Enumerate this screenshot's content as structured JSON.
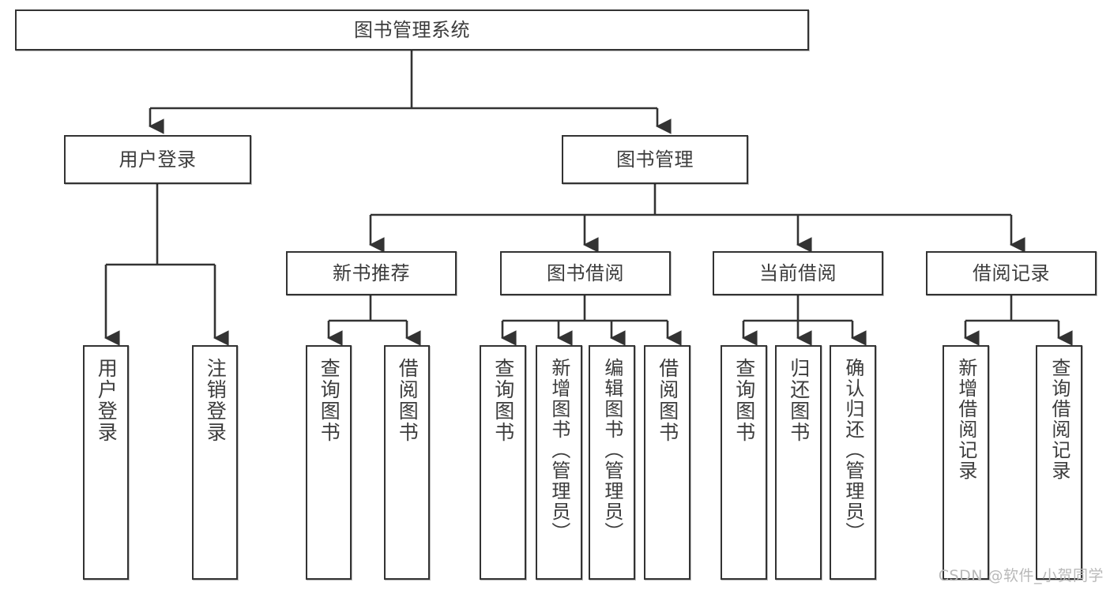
{
  "diagram": {
    "title": "图书管理系统",
    "type": "tree-hierarchy-chart",
    "stroke_color": "#333333",
    "text_color": "#3c3c3c",
    "background": "#ffffff",
    "root": {
      "label": "图书管理系统"
    },
    "level2": [
      {
        "label": "用户登录"
      },
      {
        "label": "图书管理"
      }
    ],
    "level3": [
      {
        "label": "新书推荐"
      },
      {
        "label": "图书借阅"
      },
      {
        "label": "当前借阅"
      },
      {
        "label": "借阅记录"
      }
    ],
    "leaves": {
      "user_login": [
        {
          "label": "用户登录"
        },
        {
          "label": "注销登录"
        }
      ],
      "new_book_recommend": [
        {
          "label": "查询图书"
        },
        {
          "label": "借阅图书"
        }
      ],
      "book_borrow": [
        {
          "label": "查询图书"
        },
        {
          "label": "新增图书（管理员）"
        },
        {
          "label": "编辑图书（管理员）"
        },
        {
          "label": "借阅图书"
        }
      ],
      "current_borrow": [
        {
          "label": "查询图书"
        },
        {
          "label": "归还图书"
        },
        {
          "label": "确认归还（管理员）"
        }
      ],
      "borrow_records": [
        {
          "label": "新增借阅记录"
        },
        {
          "label": "查询借阅记录"
        }
      ]
    }
  },
  "watermark": {
    "text": "CSDN @软件_小贺同学"
  }
}
